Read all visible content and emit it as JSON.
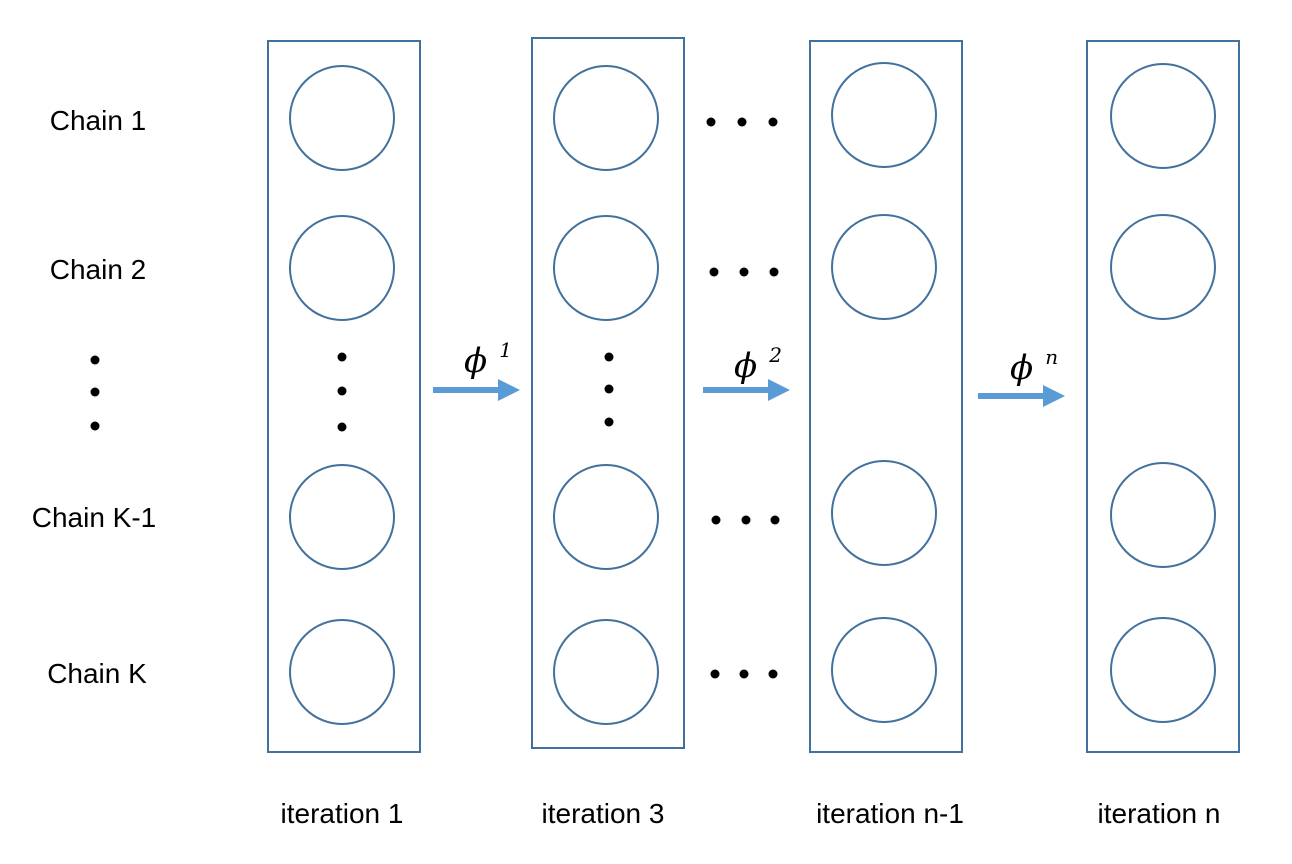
{
  "chains": {
    "labels": [
      "Chain 1",
      "Chain 2",
      "Chain K-1",
      "Chain K"
    ]
  },
  "iterations": {
    "labels": [
      "iteration 1",
      "iteration 3",
      "iteration n-1",
      "iteration n"
    ]
  },
  "transitions": {
    "symbol": "ϕ",
    "superscripts": [
      "1",
      "2",
      "n"
    ]
  },
  "colors": {
    "box_stroke": "#41719C",
    "arrow": "#5B9BD5",
    "text": "#000000"
  }
}
